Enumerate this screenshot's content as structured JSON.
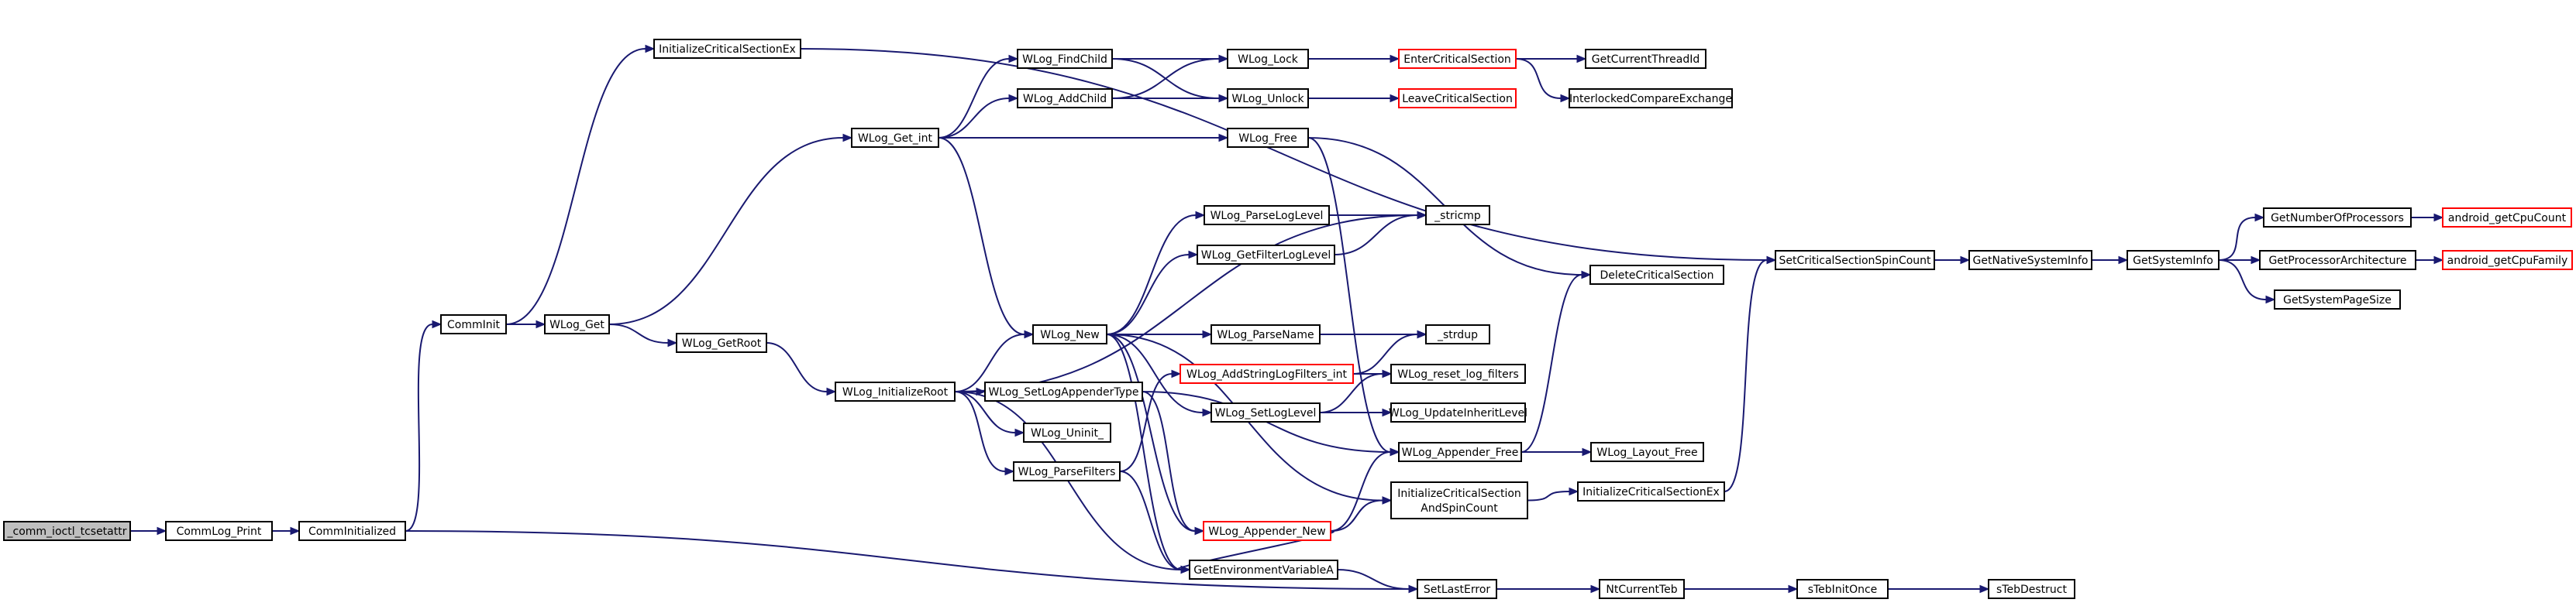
{
  "graph": {
    "colors": {
      "edge": "#191970",
      "node_border": "#000000",
      "node_border_external": "#ff0000",
      "root_fill": "#bfbfbf",
      "node_fill": "#ffffff"
    },
    "nodes": [
      {
        "id": "n_comm_ioctl_tcsetattr",
        "label": "_comm_ioctl_tcsetattr",
        "root": true
      },
      {
        "id": "n_commlog_print",
        "label": "CommLog_Print"
      },
      {
        "id": "n_comminitialized",
        "label": "CommInitialized"
      },
      {
        "id": "n_comminit",
        "label": "CommInit"
      },
      {
        "id": "n_initializecriticalsectionex_top",
        "label": "InitializeCriticalSectionEx"
      },
      {
        "id": "n_wlog_get",
        "label": "WLog_Get"
      },
      {
        "id": "n_wlog_get_int",
        "label": "WLog_Get_int"
      },
      {
        "id": "n_wlog_getroot",
        "label": "WLog_GetRoot"
      },
      {
        "id": "n_wlog_initializeroot",
        "label": "WLog_InitializeRoot"
      },
      {
        "id": "n_wlog_findchild",
        "label": "WLog_FindChild"
      },
      {
        "id": "n_wlog_addchild",
        "label": "WLog_AddChild"
      },
      {
        "id": "n_wlog_lock",
        "label": "WLog_Lock"
      },
      {
        "id": "n_wlog_unlock",
        "label": "WLog_Unlock"
      },
      {
        "id": "n_entercriticalsection",
        "label": "EnterCriticalSection",
        "external": true
      },
      {
        "id": "n_leavecriticalsection",
        "label": "LeaveCriticalSection",
        "external": true
      },
      {
        "id": "n_getcurrentthreadid",
        "label": "GetCurrentThreadId"
      },
      {
        "id": "n_interlockedcompareexchange",
        "label": "InterlockedCompareExchange"
      },
      {
        "id": "n_wlog_free",
        "label": "WLog_Free"
      },
      {
        "id": "n_wlog_parseloglevel",
        "label": "WLog_ParseLogLevel"
      },
      {
        "id": "n_wlog_getfilterloglevel",
        "label": "WLog_GetFilterLogLevel"
      },
      {
        "id": "n_stricmp",
        "label": "_stricmp"
      },
      {
        "id": "n_wlog_new",
        "label": "WLog_New"
      },
      {
        "id": "n_wlog_parsename",
        "label": "WLog_ParseName"
      },
      {
        "id": "n_strdup",
        "label": "_strdup"
      },
      {
        "id": "n_wlog_addstringlogfilters_int",
        "label": "WLog_AddStringLogFilters_int",
        "external": true
      },
      {
        "id": "n_wlog_reset_log_filters",
        "label": "WLog_reset_log_filters"
      },
      {
        "id": "n_wlog_setloglevel",
        "label": "WLog_SetLogLevel"
      },
      {
        "id": "n_wlog_updateinheritlevel",
        "label": "WLog_UpdateInheritLevel"
      },
      {
        "id": "n_wlog_setlogappendertype",
        "label": "WLog_SetLogAppenderType"
      },
      {
        "id": "n_wlog_uninit",
        "label": "WLog_Uninit_"
      },
      {
        "id": "n_wlog_parsefilters",
        "label": "WLog_ParseFilters"
      },
      {
        "id": "n_wlog_appender_free",
        "label": "WLog_Appender_Free"
      },
      {
        "id": "n_wlog_layout_free",
        "label": "WLog_Layout_Free"
      },
      {
        "id": "n_initcsandspincount",
        "label": "InitializeCriticalSection",
        "label2": "AndSpinCount"
      },
      {
        "id": "n_wlog_appender_new",
        "label": "WLog_Appender_New",
        "external": true
      },
      {
        "id": "n_initializecriticalsectionex_bottom",
        "label": "InitializeCriticalSectionEx"
      },
      {
        "id": "n_getenvironmentvariablea",
        "label": "GetEnvironmentVariableA"
      },
      {
        "id": "n_setlasterror",
        "label": "SetLastError"
      },
      {
        "id": "n_ntcurrentteb",
        "label": "NtCurrentTeb"
      },
      {
        "id": "n_stebinitonce",
        "label": "sTebInitOnce"
      },
      {
        "id": "n_stebdestruct",
        "label": "sTebDestruct"
      },
      {
        "id": "n_deletecriticalsection",
        "label": "DeleteCriticalSection"
      },
      {
        "id": "n_setcriticalsectionspincount",
        "label": "SetCriticalSectionSpinCount"
      },
      {
        "id": "n_getnativesysteminfo",
        "label": "GetNativeSystemInfo"
      },
      {
        "id": "n_getsysteminfo",
        "label": "GetSystemInfo"
      },
      {
        "id": "n_getnumberofprocessors",
        "label": "GetNumberOfProcessors"
      },
      {
        "id": "n_getprocessorarchitecture",
        "label": "GetProcessorArchitecture"
      },
      {
        "id": "n_getsystempagesize",
        "label": "GetSystemPageSize"
      },
      {
        "id": "n_android_getcpucount",
        "label": "android_getCpuCount",
        "external": true
      },
      {
        "id": "n_android_getcpufamily",
        "label": "android_getCpuFamily",
        "external": true
      }
    ],
    "edges": [
      {
        "from": "n_comm_ioctl_tcsetattr",
        "to": "n_commlog_print"
      },
      {
        "from": "n_commlog_print",
        "to": "n_comminitialized"
      },
      {
        "from": "n_comminitialized",
        "to": "n_comminit"
      },
      {
        "from": "n_comminitialized",
        "to": "n_setlasterror"
      },
      {
        "from": "n_comminit",
        "to": "n_initializecriticalsectionex_top"
      },
      {
        "from": "n_comminit",
        "to": "n_wlog_get"
      },
      {
        "from": "n_initializecriticalsectionex_top",
        "to": "n_setcriticalsectionspincount"
      },
      {
        "from": "n_wlog_get",
        "to": "n_wlog_get_int"
      },
      {
        "from": "n_wlog_get",
        "to": "n_wlog_getroot"
      },
      {
        "from": "n_wlog_get_int",
        "to": "n_wlog_findchild"
      },
      {
        "from": "n_wlog_get_int",
        "to": "n_wlog_addchild"
      },
      {
        "from": "n_wlog_get_int",
        "to": "n_wlog_free"
      },
      {
        "from": "n_wlog_get_int",
        "to": "n_wlog_new"
      },
      {
        "from": "n_wlog_getroot",
        "to": "n_wlog_initializeroot"
      },
      {
        "from": "n_wlog_findchild",
        "to": "n_wlog_lock"
      },
      {
        "from": "n_wlog_findchild",
        "to": "n_wlog_unlock"
      },
      {
        "from": "n_wlog_addchild",
        "to": "n_wlog_lock"
      },
      {
        "from": "n_wlog_addchild",
        "to": "n_wlog_unlock"
      },
      {
        "from": "n_wlog_lock",
        "to": "n_entercriticalsection"
      },
      {
        "from": "n_wlog_unlock",
        "to": "n_leavecriticalsection"
      },
      {
        "from": "n_entercriticalsection",
        "to": "n_getcurrentthreadid"
      },
      {
        "from": "n_entercriticalsection",
        "to": "n_interlockedcompareexchange"
      },
      {
        "from": "n_wlog_free",
        "to": "n_deletecriticalsection"
      },
      {
        "from": "n_wlog_free",
        "to": "n_wlog_appender_free"
      },
      {
        "from": "n_wlog_initializeroot",
        "to": "n_stricmp"
      },
      {
        "from": "n_wlog_initializeroot",
        "to": "n_wlog_new"
      },
      {
        "from": "n_wlog_initializeroot",
        "to": "n_wlog_setlogappendertype"
      },
      {
        "from": "n_wlog_initializeroot",
        "to": "n_wlog_uninit"
      },
      {
        "from": "n_wlog_initializeroot",
        "to": "n_wlog_parsefilters"
      },
      {
        "from": "n_wlog_initializeroot",
        "to": "n_getenvironmentvariablea"
      },
      {
        "from": "n_wlog_new",
        "to": "n_wlog_parseloglevel"
      },
      {
        "from": "n_wlog_new",
        "to": "n_wlog_getfilterloglevel"
      },
      {
        "from": "n_wlog_new",
        "to": "n_strdup"
      },
      {
        "from": "n_wlog_new",
        "to": "n_wlog_parsename"
      },
      {
        "from": "n_wlog_new",
        "to": "n_wlog_setloglevel"
      },
      {
        "from": "n_wlog_new",
        "to": "n_initcsandspincount"
      },
      {
        "from": "n_wlog_new",
        "to": "n_wlog_appender_new"
      },
      {
        "from": "n_wlog_new",
        "to": "n_getenvironmentvariablea"
      },
      {
        "from": "n_wlog_parseloglevel",
        "to": "n_stricmp"
      },
      {
        "from": "n_wlog_getfilterloglevel",
        "to": "n_stricmp"
      },
      {
        "from": "n_wlog_parsename",
        "to": "n_strdup"
      },
      {
        "from": "n_wlog_addstringlogfilters_int",
        "to": "n_strdup"
      },
      {
        "from": "n_wlog_addstringlogfilters_int",
        "to": "n_wlog_reset_log_filters"
      },
      {
        "from": "n_wlog_setloglevel",
        "to": "n_wlog_reset_log_filters"
      },
      {
        "from": "n_wlog_setloglevel",
        "to": "n_wlog_updateinheritlevel"
      },
      {
        "from": "n_wlog_setlogappendertype",
        "to": "n_wlog_appender_free"
      },
      {
        "from": "n_wlog_setlogappendertype",
        "to": "n_wlog_appender_new"
      },
      {
        "from": "n_wlog_parsefilters",
        "to": "n_wlog_addstringlogfilters_int"
      },
      {
        "from": "n_wlog_parsefilters",
        "to": "n_getenvironmentvariablea"
      },
      {
        "from": "n_wlog_appender_new",
        "to": "n_wlog_appender_free"
      },
      {
        "from": "n_wlog_appender_new",
        "to": "n_initcsandspincount"
      },
      {
        "from": "n_wlog_appender_new",
        "to": "n_getenvironmentvariablea"
      },
      {
        "from": "n_wlog_appender_free",
        "to": "n_wlog_layout_free"
      },
      {
        "from": "n_wlog_appender_free",
        "to": "n_deletecriticalsection"
      },
      {
        "from": "n_initcsandspincount",
        "to": "n_initializecriticalsectionex_bottom"
      },
      {
        "from": "n_initializecriticalsectionex_bottom",
        "to": "n_setcriticalsectionspincount"
      },
      {
        "from": "n_getenvironmentvariablea",
        "to": "n_setlasterror"
      },
      {
        "from": "n_setlasterror",
        "to": "n_ntcurrentteb"
      },
      {
        "from": "n_ntcurrentteb",
        "to": "n_stebinitonce"
      },
      {
        "from": "n_stebinitonce",
        "to": "n_stebdestruct"
      },
      {
        "from": "n_setcriticalsectionspincount",
        "to": "n_getnativesysteminfo"
      },
      {
        "from": "n_getnativesysteminfo",
        "to": "n_getsysteminfo"
      },
      {
        "from": "n_getsysteminfo",
        "to": "n_getnumberofprocessors"
      },
      {
        "from": "n_getsysteminfo",
        "to": "n_getprocessorarchitecture"
      },
      {
        "from": "n_getsysteminfo",
        "to": "n_getsystempagesize"
      },
      {
        "from": "n_getnumberofprocessors",
        "to": "n_android_getcpucount"
      },
      {
        "from": "n_getprocessorarchitecture",
        "to": "n_android_getcpufamily"
      }
    ]
  }
}
